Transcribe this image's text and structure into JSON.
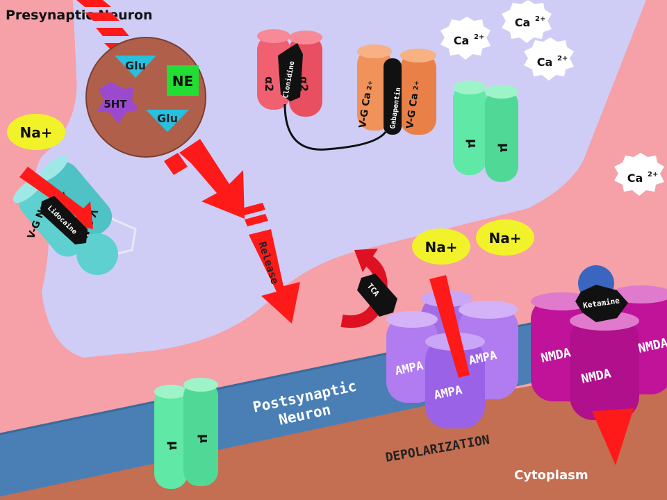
{
  "labels": {
    "presynaptic": "Presynaptic Neuron",
    "postsynaptic_line1": "Postsynaptic",
    "postsynaptic_line2": "Neuron",
    "cytoplasm": "Cytoplasm",
    "depolarization": "DEPOLARIZATION",
    "release": "Release"
  },
  "vesicle": {
    "glu_top": "Glu",
    "ne": "NE",
    "ht5": "5HT",
    "glu_bottom": "Glu"
  },
  "ions": {
    "na": "Na+",
    "ca_base": "Ca",
    "ca_sup": "2+"
  },
  "channels": {
    "alpha2": "α2",
    "vgca": "V-G Ca",
    "vgca_sup": "2+",
    "mu": "μ",
    "vgna": "V-G Na",
    "vgna_sup": "+",
    "ampa": "AMPA",
    "nmda": "NMDA"
  },
  "drugs": {
    "clonidine": "Clonidine",
    "gabapentin": "Gabapentin",
    "lidocaine": "Lidocaine",
    "tca": "TCA",
    "ketamine": "Ketamine"
  },
  "colors": {
    "background": "#f6a0a8",
    "presynaptic": "#cfcdf6",
    "membrane": "#4a7fb5",
    "cytoplasm": "#c46e52",
    "arrow": "#ff1a1a",
    "ampa": "#b07cf0",
    "nmda": "#c0139a",
    "mu": "#5fe8a6",
    "alpha2": "#f06070",
    "vgca": "#f0925a",
    "vgna": "#5fd0d0"
  }
}
